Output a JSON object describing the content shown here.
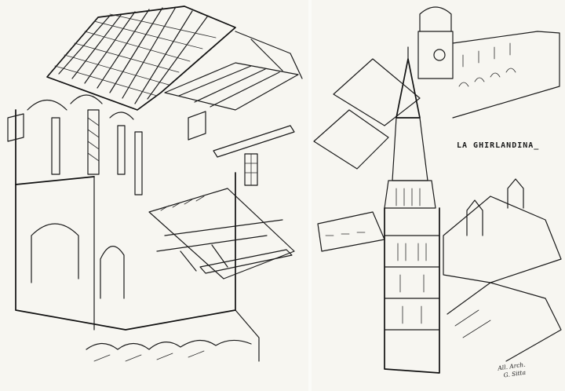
{
  "drawing": {
    "title": "LA GHIRLANDINA_",
    "signature_line1": "All. Arch.",
    "signature_line2": "G. Sitta"
  }
}
